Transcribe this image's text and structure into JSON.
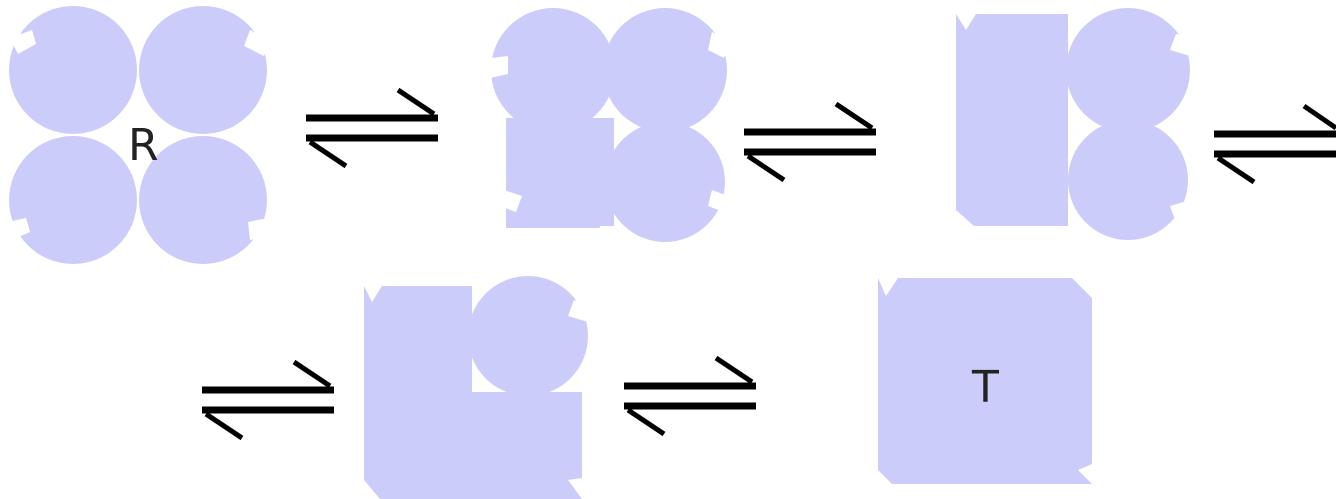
{
  "diagram": {
    "states": [
      {
        "id": "state-1",
        "label": "R",
        "subunits": [
          "round",
          "round",
          "round",
          "round"
        ]
      },
      {
        "id": "state-2",
        "label": "",
        "subunits": [
          "round",
          "round",
          "square",
          "round"
        ]
      },
      {
        "id": "state-3",
        "label": "",
        "subunits": [
          "square",
          "round",
          "square",
          "round"
        ]
      },
      {
        "id": "state-4",
        "label": "",
        "subunits": [
          "square",
          "round",
          "square",
          "square"
        ]
      },
      {
        "id": "state-5",
        "label": "T",
        "subunits": [
          "square",
          "square",
          "square",
          "square"
        ]
      }
    ],
    "arrow_type": "equilibrium",
    "colors": {
      "subunit": "#ccccfb",
      "arrow": "#000000",
      "label": "#222222",
      "background": "#ffffff"
    }
  }
}
